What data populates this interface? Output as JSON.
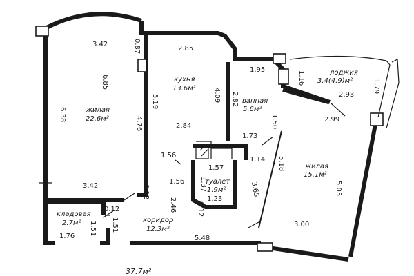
{
  "rooms": {
    "living_left": {
      "name": "жилая",
      "area": "22.6м²"
    },
    "kitchen": {
      "name": "кухня",
      "area": "13.6м²"
    },
    "bathroom": {
      "name": "ванная",
      "area": "5.6м²"
    },
    "loggia": {
      "name": "лоджия",
      "area": "3.4(4.9)м²"
    },
    "living_right": {
      "name": "жилая",
      "area": "15.1м²"
    },
    "toilet": {
      "name": "туалет",
      "area": "1.9м²"
    },
    "storage": {
      "name": "кладовая",
      "area": "2.7м²"
    },
    "corridor": {
      "name": "коридор",
      "area": "12.3м²"
    }
  },
  "dimensions": {
    "living_top": "3.42",
    "living_diag": "6.85",
    "living_side": "6.38",
    "living_inner": "4.76",
    "living_bottom": "3.42",
    "wall_087": "0.87",
    "kitchen_top": "2.85",
    "kitchen_left": "5.19",
    "kitchen_right": "4.09",
    "kitchen_bottom": "2.84",
    "bath_top": "1.95",
    "bath_left": "2.82",
    "bath_right": "1.50",
    "bath_bottom": "1.73",
    "loggia_left": "1.16",
    "loggia_mid": "2.93",
    "loggia_right": "1.79",
    "loggia_bottom": "2.99",
    "lr_left": "5.18",
    "lr_right": "5.05",
    "lr_bottom": "3.00",
    "lr_diag": "3.65",
    "hall_114": "1.14",
    "corr_156_top": "1.56",
    "corr_156_mid": "1.56",
    "toilet_157": "1.57",
    "toilet_137": "1.37",
    "toilet_123": "1.23",
    "wall_012_a": "0.12",
    "wall_012_b": "0.12",
    "wall_012_c": "0.12",
    "corr_246": "2.46",
    "storage_151_a": "1.51",
    "storage_151_b": "1.51",
    "storage_176": "1.76",
    "corr_548": "5.48"
  },
  "total_area": "37.7м²"
}
